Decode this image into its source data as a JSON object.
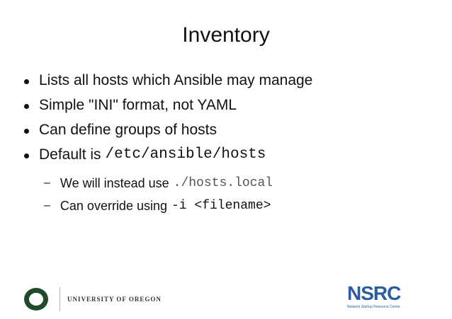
{
  "slide": {
    "title": "Inventory",
    "bullets": [
      {
        "text": "Lists all hosts which Ansible may manage"
      },
      {
        "text": "Simple \"INI\" format, not YAML"
      },
      {
        "text": "Can define groups of hosts"
      },
      {
        "text": "Default is",
        "code": "/etc/ansible/hosts"
      }
    ],
    "subbullets": [
      {
        "text": "We will instead use",
        "code": "./hosts.local"
      },
      {
        "text": "Can override using",
        "code": "-i <filename>"
      }
    ]
  },
  "footer": {
    "university": "UNIVERSITY OF OREGON",
    "nsrc_logo": "NSRC",
    "nsrc_tagline": "Network Startup Resource Center"
  }
}
